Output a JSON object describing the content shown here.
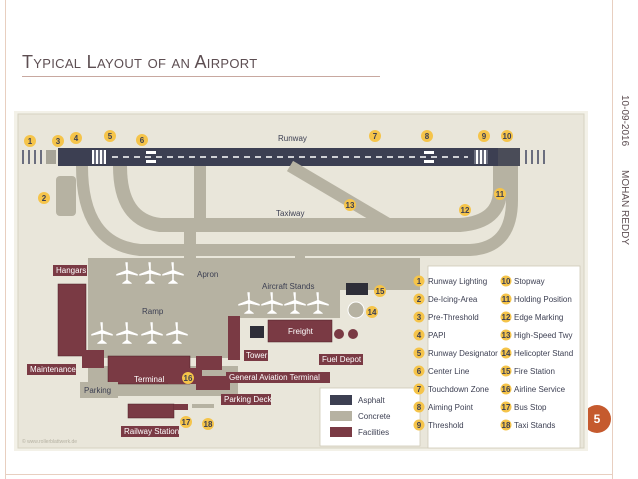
{
  "slide": {
    "title": "Typical Layout of an Airport",
    "date": "10-09-2016",
    "author": "MOHAN REDDY",
    "page_number": "5"
  },
  "diagram": {
    "labels": {
      "runway": "Runway",
      "taxiway": "Taxiway",
      "apron": "Apron",
      "ramp": "Ramp",
      "hangars": "Hangars",
      "maintenance": "Maintenance",
      "aircraft_stands": "Aircraft Stands",
      "freight": "Freight",
      "tower": "Tower",
      "fuel_depot": "Fuel Depot",
      "terminal": "Terminal",
      "general_aviation": "General Aviation Terminal",
      "parking": "Parking",
      "parking_deck": "Parking Deck",
      "railway_station": "Railway Station",
      "watermark": "© www.rollerblattwerk.de"
    },
    "callouts": [
      "1",
      "2",
      "3",
      "4",
      "5",
      "6",
      "7",
      "8",
      "9",
      "10",
      "11",
      "12",
      "13",
      "14",
      "15",
      "16",
      "17",
      "18"
    ],
    "legend": [
      {
        "label": "Asphalt",
        "color": "#3c3f52"
      },
      {
        "label": "Concrete",
        "color": "#b6b2a2"
      },
      {
        "label": "Facilities",
        "color": "#7a3a44"
      }
    ],
    "key": [
      {
        "num": "1",
        "label": "Runway Lighting"
      },
      {
        "num": "2",
        "label": "De-Icing-Area"
      },
      {
        "num": "3",
        "label": "Pre-Threshold"
      },
      {
        "num": "4",
        "label": "PAPI"
      },
      {
        "num": "5",
        "label": "Runway Designator"
      },
      {
        "num": "6",
        "label": "Center Line"
      },
      {
        "num": "7",
        "label": "Touchdown Zone"
      },
      {
        "num": "8",
        "label": "Aiming Point"
      },
      {
        "num": "9",
        "label": "Threshold"
      },
      {
        "num": "10",
        "label": "Stopway"
      },
      {
        "num": "11",
        "label": "Holding Position"
      },
      {
        "num": "12",
        "label": "Edge Marking"
      },
      {
        "num": "13",
        "label": "High-Speed Twy"
      },
      {
        "num": "14",
        "label": "Helicopter Stand"
      },
      {
        "num": "15",
        "label": "Fire Station"
      },
      {
        "num": "16",
        "label": "Airline Service"
      },
      {
        "num": "17",
        "label": "Bus Stop"
      },
      {
        "num": "18",
        "label": "Taxi Stands"
      }
    ],
    "colors": {
      "asphalt": "#3c3f52",
      "concrete": "#b6b2a2",
      "facilities": "#7a3a44",
      "grass": "#e9e6da",
      "ground": "#f3f1e8",
      "callout": "#f5c44a"
    }
  }
}
